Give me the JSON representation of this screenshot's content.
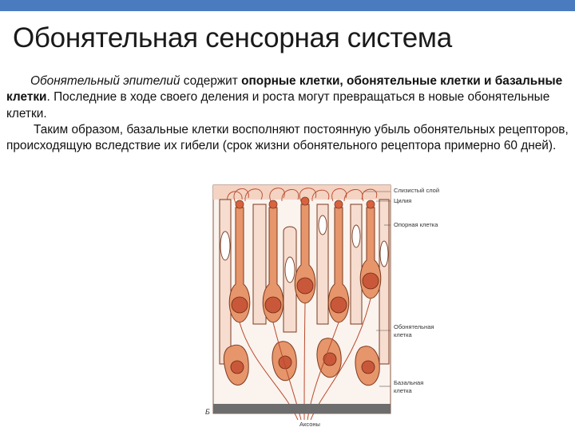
{
  "slide": {
    "title": "Обонятельная сенсорная система",
    "accent_color": "#4a7bbf"
  },
  "text": {
    "p1_italic": "Обонятельный эпителий",
    "p1_plain_1": " содержит ",
    "p1_bold_1": "опорные клетки, обонятельные клетки и базальные клетки",
    "p1_plain_2": ". Последние в ходе своего деления и роста могут превращаться в новые обонятельные клетки.",
    "p2": "Таким образом, базальные клетки восполняют постоянную убыль обонятельных рецепторов, происходящую вследствие их гибели (срок жизни обонятельного рецептора примерно 60 дней)."
  },
  "figure": {
    "labels": {
      "mucus": "Слизистый слой",
      "cilia": "Цилия",
      "support": "Опорная клетка",
      "olfactory_1": "Обонятельная",
      "olfactory_2": "клетка",
      "basal_1": "Базальная",
      "basal_2": "клетка",
      "axons": "Аксоны",
      "panel": "Б"
    },
    "colors": {
      "cell_fill": "#e7956b",
      "cell_stroke": "#7a3b1f",
      "nucleus": "#c9583a",
      "support_fill": "#f6ddd0"
    }
  }
}
